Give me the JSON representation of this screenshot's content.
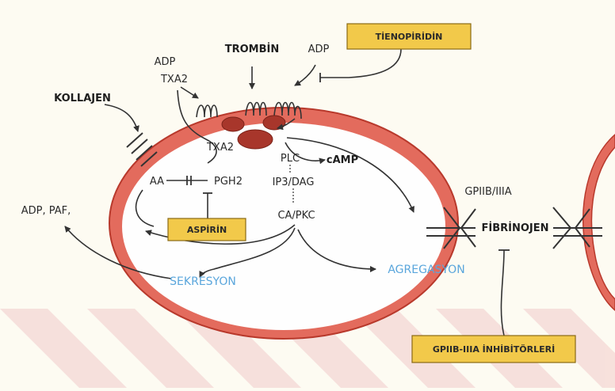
{
  "labels": {
    "tienopiridin": "TİENOPİRİDİN",
    "trombin": "TROMBİN",
    "adp_top": "ADP",
    "adp_left": "ADP",
    "txa2_top": "TXA2",
    "kollajen": "KOLLAJEN",
    "txa2_inner": "TXA2",
    "plc": "PLC",
    "camp": "cAMP",
    "aa": "AA",
    "pgh2": "PGH2",
    "ip3_dag": "IP3/DAG",
    "ca_pkc": "CA/PKC",
    "aspirin": "ASPİRİN",
    "adp_paf": "ADP, PAF,",
    "gpiib_iiia": "GPIIB/IIIA",
    "fibrinojen": "FİBRİNOJEN",
    "sekresyon": "SEKRESYON",
    "agregasyon": "AGREGASYON",
    "gpiib_inhibitor": "GPIIB-IIIA İNHİBİTÖRLERİ"
  },
  "colors": {
    "membrane": "#e36b5d",
    "membrane_edge": "#b8392c",
    "cell_fill": "#fefefe",
    "gprotein": "#b8392c",
    "box_fill": "#f2c94a",
    "box_edge": "#8a6a14",
    "blue_text": "#5aa6dc",
    "stripe": "#f4d6d3"
  }
}
